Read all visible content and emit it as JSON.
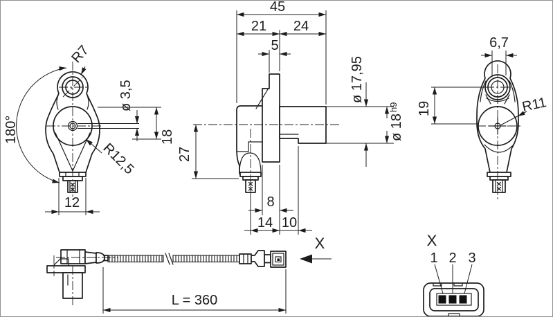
{
  "drawing": {
    "front_view": {
      "radius_top": "R7",
      "sweep_angle": "180°",
      "hole_diameter": "ø 3,5",
      "center_height": "18",
      "radius_body": "R12,5",
      "foot_width": "12"
    },
    "side_view": {
      "overall_width": "45",
      "width_left": "21",
      "width_right": "24",
      "tab_width": "5",
      "barrel_diameter": "ø 17,95",
      "barrel_diameter_fit": "ø 18",
      "fit_tolerance": "h9",
      "body_depth": "27",
      "flange_thickness": "8",
      "stub_offset": "14",
      "barrel_protrusion": "10"
    },
    "back_view": {
      "rib_width": "6,7",
      "hole_offset": "19",
      "radius_body": "R11"
    },
    "cable_view": {
      "view_label": "X",
      "cable_length": "L = 360"
    },
    "connector_detail": {
      "view_label": "X",
      "pin_labels": [
        "1",
        "2",
        "3"
      ]
    },
    "colors": {
      "line": "#1c1c1c",
      "background": "#ffffff",
      "border": "#8f8f8f"
    }
  }
}
